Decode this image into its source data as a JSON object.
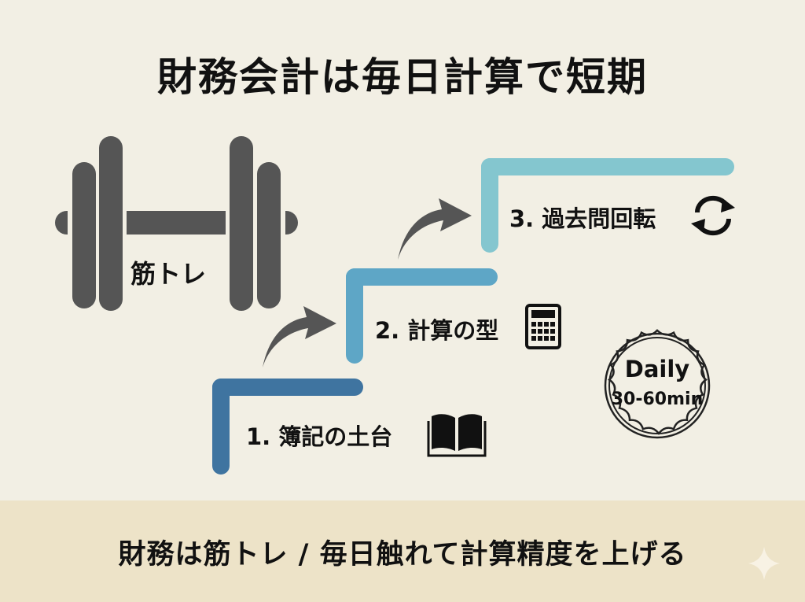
{
  "title": "財務会計は毎日計算で短期",
  "dumbbell": {
    "icon": "dumbbell-icon",
    "label": "筋トレ",
    "color": "#555555"
  },
  "steps": [
    {
      "number": "1.",
      "label": "1. 簿記の土台",
      "icon": "open-book-icon",
      "color": "#3f74a0"
    },
    {
      "number": "2.",
      "label": "2. 計算の型",
      "icon": "calculator-icon",
      "color": "#5ea6c6"
    },
    {
      "number": "3.",
      "label": "3. 過去問回転",
      "icon": "refresh-cycle-icon",
      "color": "#84c6cf"
    }
  ],
  "arrows": [
    {
      "from": "step-1",
      "to": "step-2",
      "icon": "curved-arrow-icon",
      "color": "#555555"
    },
    {
      "from": "step-2",
      "to": "step-3",
      "icon": "curved-arrow-icon",
      "color": "#555555"
    }
  ],
  "badge": {
    "line1": "Daily",
    "line2": "30-60min",
    "icon": "seal-badge-icon"
  },
  "footer": {
    "text": "財務は筋トレ / 毎日触れて計算精度を上げる",
    "background": "#ede3c8",
    "decoration": "sparkle-icon"
  },
  "colors": {
    "background": "#f2efe4",
    "text": "#111111"
  }
}
